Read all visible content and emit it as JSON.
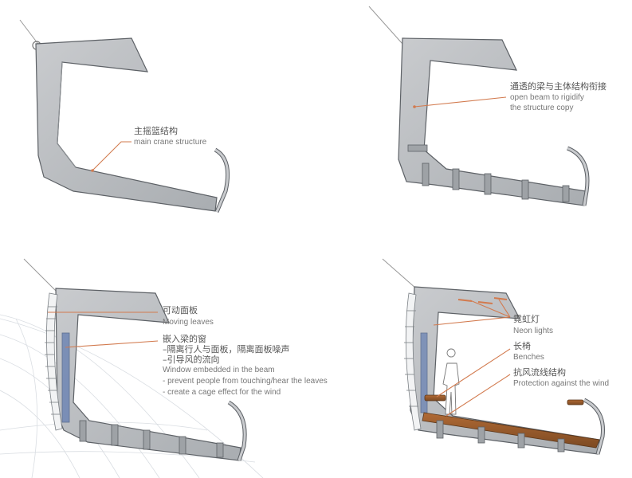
{
  "colors": {
    "concrete": "#b4b7ba",
    "concrete_dark": "#8c9094",
    "concrete_light": "#d6d8da",
    "edge": "#5d6166",
    "leader": "#d27a4e",
    "bench": "#9a5b2c",
    "window": "#6f86b4",
    "grid": "#d9dde2"
  },
  "panels": [
    {
      "id": "p1",
      "labels": [
        {
          "cn": "主摇篮结构",
          "en": [
            "main crane structure"
          ]
        }
      ]
    },
    {
      "id": "p2",
      "labels": [
        {
          "cn": "通透的梁与主体结构衔接",
          "en": [
            "open beam to rigidify",
            "the structure copy"
          ]
        }
      ]
    },
    {
      "id": "p3",
      "labels": [
        {
          "cn": "可动面板",
          "en": [
            "Moving leaves"
          ]
        },
        {
          "cn_lines": [
            "嵌入梁的窗",
            "–隔离行人与面板，隔离面板噪声",
            "–引导风的流向"
          ],
          "en": [
            "Window embedded in the beam",
            "- prevent people from touching/hear the leaves",
            "- create a cage effect for the wind"
          ]
        }
      ]
    },
    {
      "id": "p4",
      "labels": [
        {
          "cn": "霓虹灯",
          "en": [
            "Neon lights"
          ]
        },
        {
          "cn": "长椅",
          "en": [
            "Benches"
          ]
        },
        {
          "cn": "抗风流线结构",
          "en": [
            "Protection against the wind"
          ]
        }
      ]
    }
  ]
}
